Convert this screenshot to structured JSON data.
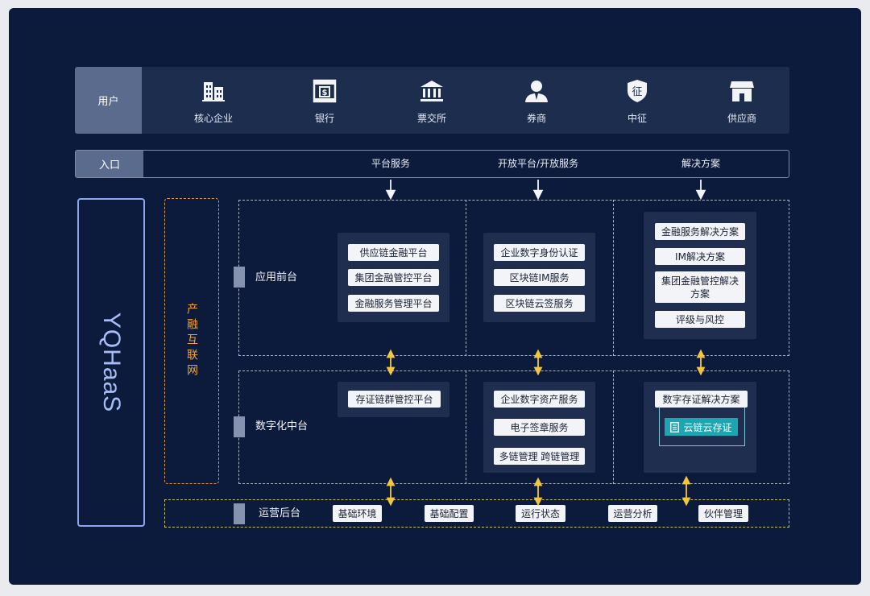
{
  "users": {
    "label": "用户",
    "items": [
      {
        "label": "核心企业",
        "icon": "building-icon"
      },
      {
        "label": "银行",
        "icon": "bank-icon"
      },
      {
        "label": "票交所",
        "icon": "exchange-icon"
      },
      {
        "label": "券商",
        "icon": "person-icon"
      },
      {
        "label": "中征",
        "icon": "shield-icon",
        "glyph": "征"
      },
      {
        "label": "供应商",
        "icon": "store-icon"
      }
    ]
  },
  "entry": {
    "label": "入口",
    "items": [
      "平台服务",
      "开放平台/开放服务",
      "解决方案"
    ]
  },
  "side": {
    "yqhaas": "YQHaaS",
    "chanrong": "产融互联网"
  },
  "layers": {
    "front": {
      "label": "应用前台",
      "col1": [
        "供应链金融平台",
        "集团金融管控平台",
        "金融服务管理平台"
      ],
      "col2": [
        "企业数字身份认证",
        "区块链IM服务",
        "区块链云签服务"
      ],
      "col3": [
        "金融服务解决方案",
        "IM解决方案",
        "集团金融管控解决方案",
        "评级与风控"
      ]
    },
    "middle": {
      "label": "数字化中台",
      "col1": [
        "存证链群管控平台"
      ],
      "col2": [
        "企业数字资产服务",
        "电子签章服务",
        "多链管理 跨链管理"
      ],
      "col3": [
        "数字存证解决方案"
      ],
      "col3_highlight": "云链云存证"
    },
    "back": {
      "label": "运营后台",
      "items": [
        "基础环境",
        "基础配置",
        "运行状态",
        "运营分析",
        "伙伴管理"
      ]
    }
  },
  "colors": {
    "background": "#0c1b3c",
    "accent_blue": "#8ea8f0",
    "accent_orange": "#e39a3b",
    "arrow_yellow": "#f2c641",
    "highlight_teal": "#1ba6b2"
  }
}
